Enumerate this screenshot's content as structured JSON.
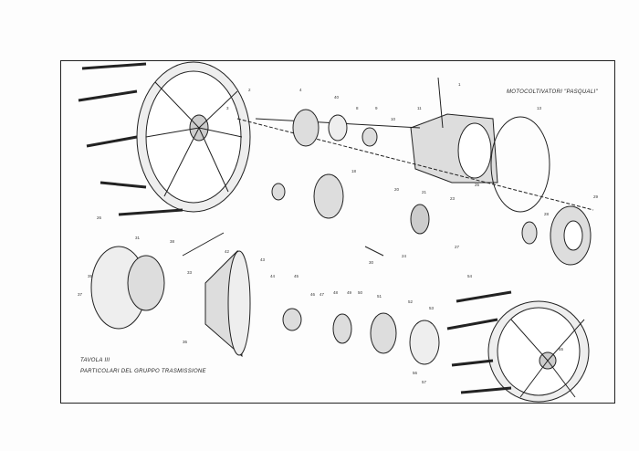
{
  "header_title": "MOTOCOLTIVATORI \"PASQUALI\"",
  "plate_number": "TAVOLA III",
  "plate_caption": "PARTICOLARI DEL GRUPPO TRASMISSIONE",
  "part_labels": [
    "1",
    "2",
    "3",
    "4",
    "40",
    "8",
    "9",
    "10",
    "11",
    "13",
    "18",
    "20",
    "21",
    "23",
    "24",
    "25",
    "26",
    "27",
    "28",
    "29",
    "30",
    "31",
    "33",
    "35",
    "36",
    "37",
    "38",
    "42",
    "43",
    "44",
    "45",
    "46",
    "47",
    "48",
    "49",
    "50",
    "51",
    "52",
    "53",
    "54",
    "55",
    "56",
    "57"
  ]
}
